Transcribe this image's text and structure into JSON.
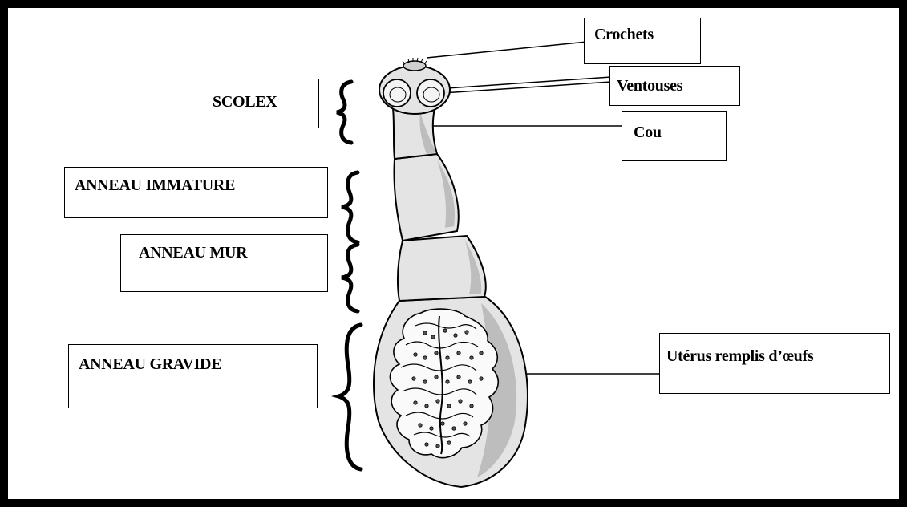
{
  "diagram": {
    "labels": {
      "crochets": "Crochets",
      "ventouses": "Ventouses",
      "cou": "Cou",
      "scolex": "SCOLEX",
      "anneau_immature": "ANNEAU IMMATURE",
      "anneau_mur": "ANNEAU MUR",
      "anneau_gravide": "ANNEAU GRAVIDE",
      "uterus": "Utérus remplis d’œufs"
    }
  }
}
